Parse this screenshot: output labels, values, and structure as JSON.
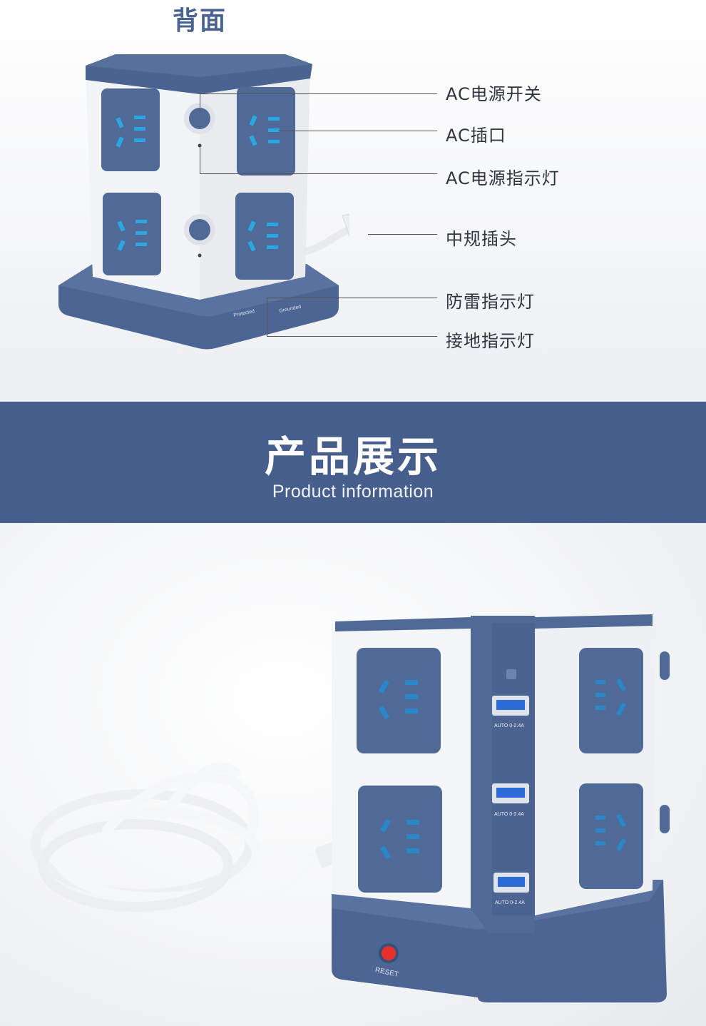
{
  "back_section": {
    "title": "背面",
    "callouts": [
      {
        "label": "AC电源开关"
      },
      {
        "label": "AC插口"
      },
      {
        "label": "AC电源指示灯"
      },
      {
        "label": "中规插头"
      },
      {
        "label": "防雷指示灯"
      },
      {
        "label": "接地指示灯"
      }
    ],
    "base_labels": {
      "protected": "Protected",
      "grounded": "Grounded"
    }
  },
  "banner": {
    "title": "产品展示",
    "subtitle": "Product information"
  },
  "front_section": {
    "usb_ports": [
      {
        "label": "AUTO 0-2.4A"
      },
      {
        "label": "AUTO 0-2.4A"
      },
      {
        "label": "AUTO 0-2.4A"
      }
    ],
    "reset_label": "RESET"
  },
  "colors": {
    "brand_blue": "#455e8c",
    "socket_blue": "#4f6a96",
    "usb_blue": "#2d6bd6",
    "reset_red": "#e5302b",
    "title_blue": "#4a6390"
  }
}
